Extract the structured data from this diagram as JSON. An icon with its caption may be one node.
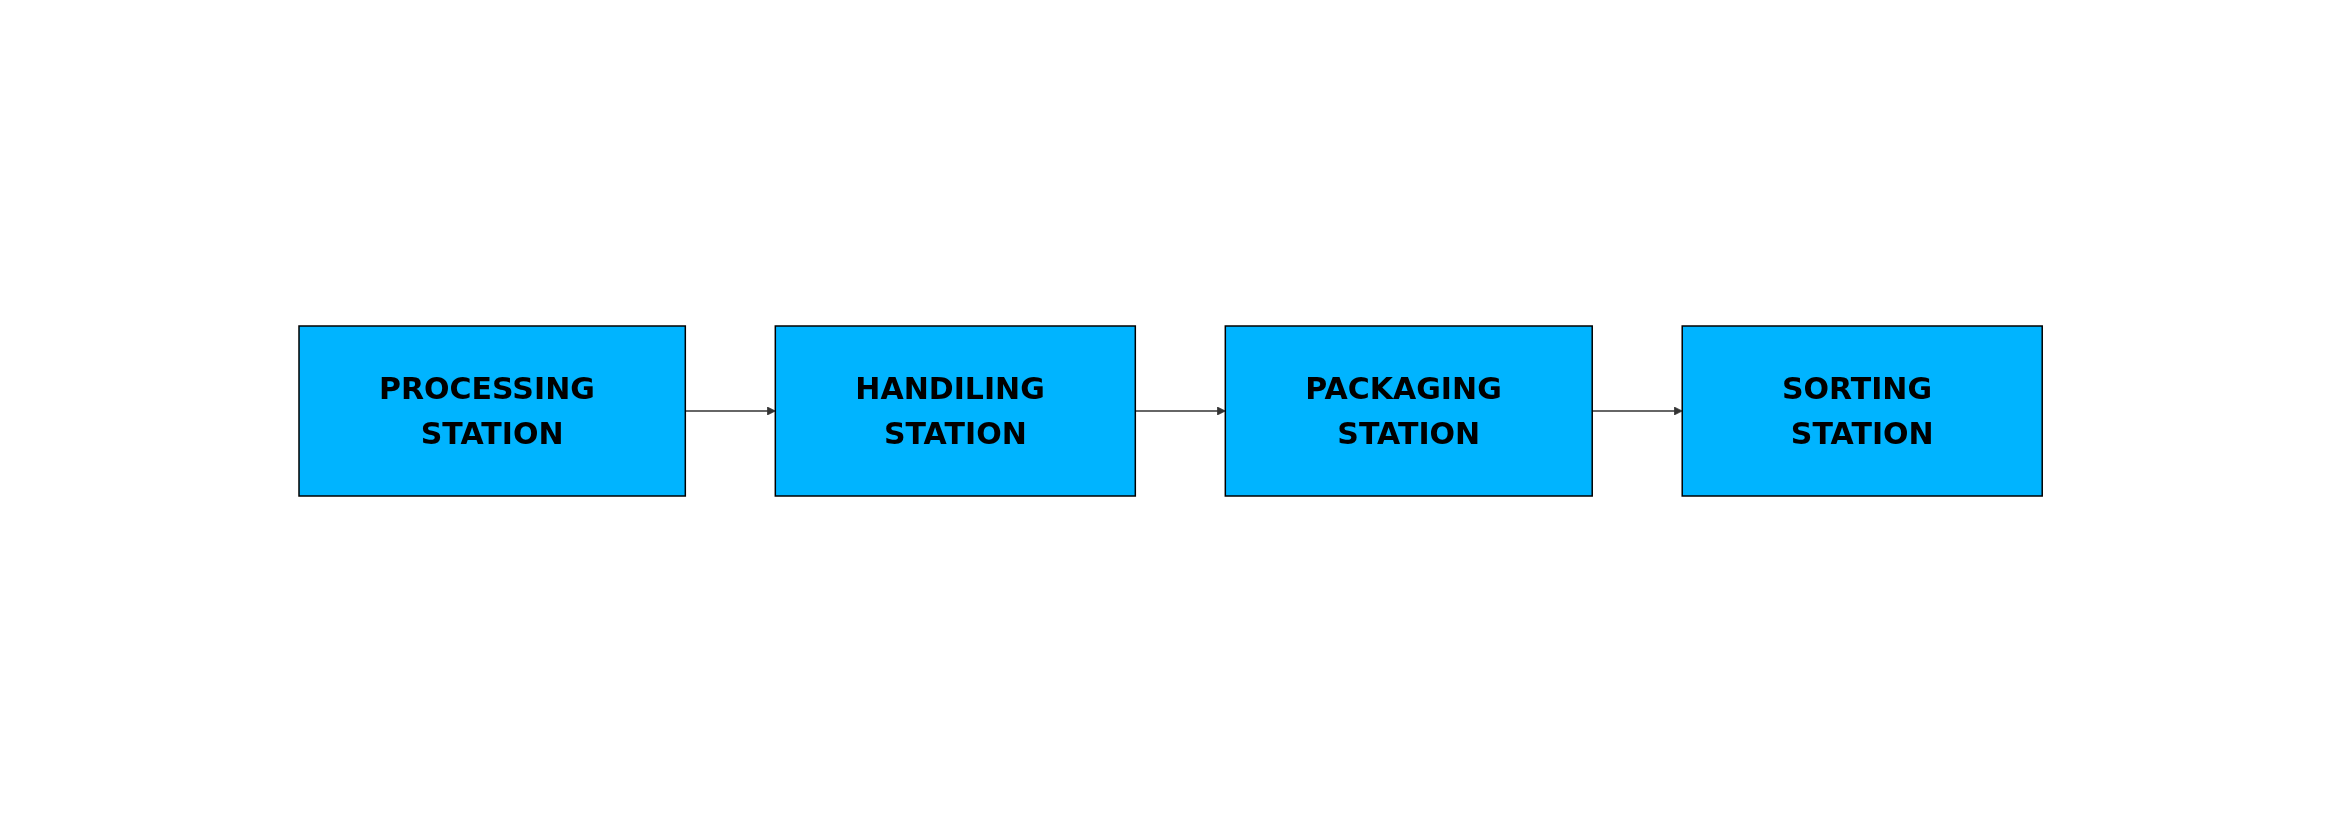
{
  "diagram": {
    "nodes": [
      {
        "text": [
          "PROCESSING STATION"
        ]
      },
      {
        "text": [
          "HANDILING STATION"
        ]
      },
      {
        "text": [
          "PACKAGING STATION"
        ]
      },
      {
        "text": [
          "SORTING STATION"
        ]
      }
    ],
    "edges": [
      {
        "from": 0,
        "to": 1,
        "arrow": "to"
      },
      {
        "from": 1,
        "to": 2,
        "arrow": "to"
      },
      {
        "from": 2,
        "to": 3,
        "arrow": "to"
      }
    ]
  }
}
